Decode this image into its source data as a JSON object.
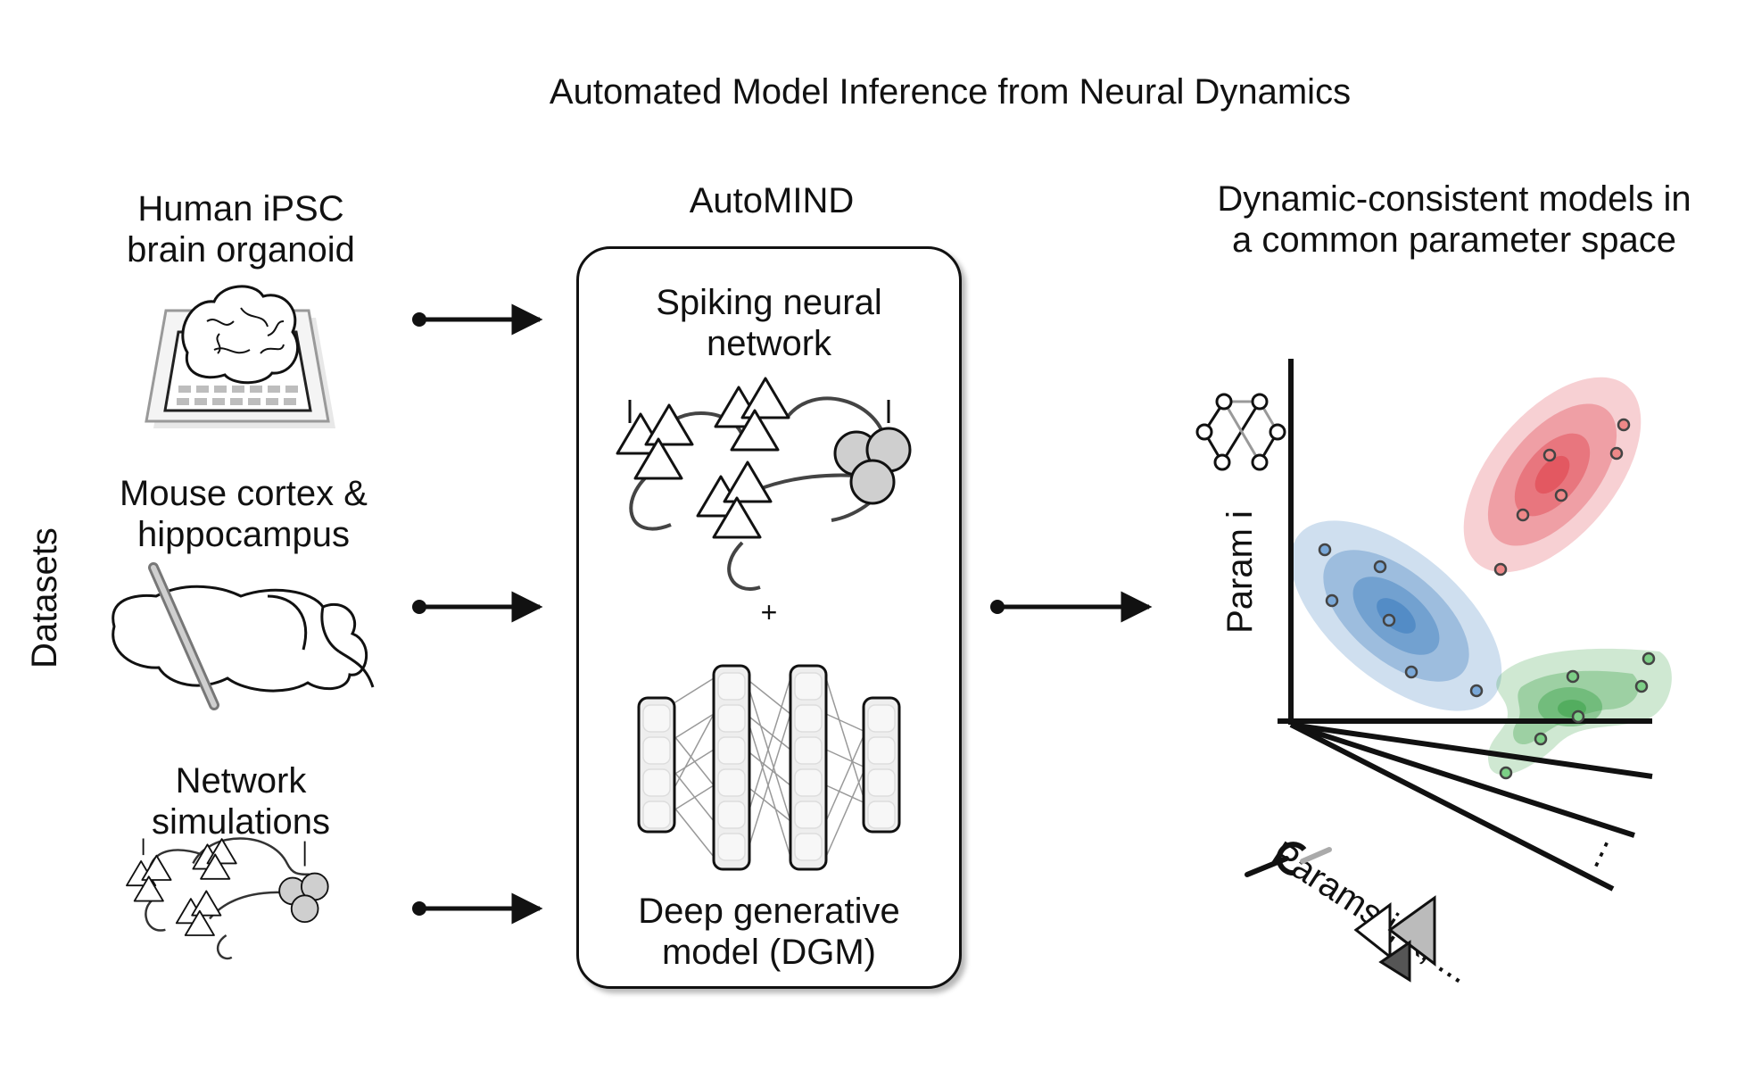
{
  "title": "Automated Model Inference from Neural Dynamics",
  "datasets": {
    "axis_label": "Datasets",
    "organoid": "Human iPSC\nbrain organoid",
    "mouse": "Mouse cortex &\nhippocampus",
    "simulations": "Network\nsimulations"
  },
  "automind": {
    "title": "AutoMIND",
    "snn_label": "Spiking neural\nnetwork",
    "plus": "+",
    "dgm_label": "Deep generative\nmodel (DGM)"
  },
  "result": {
    "title": "Dynamic-consistent models in\na common parameter space",
    "y_axis_label": "Param i",
    "x_axis_label": "Params j, k, ...",
    "ellipsis": "⋮"
  },
  "colors": {
    "red": "#e0454f",
    "blue": "#3f7fbf",
    "green": "#3fa34d",
    "stroke": "#111111"
  }
}
